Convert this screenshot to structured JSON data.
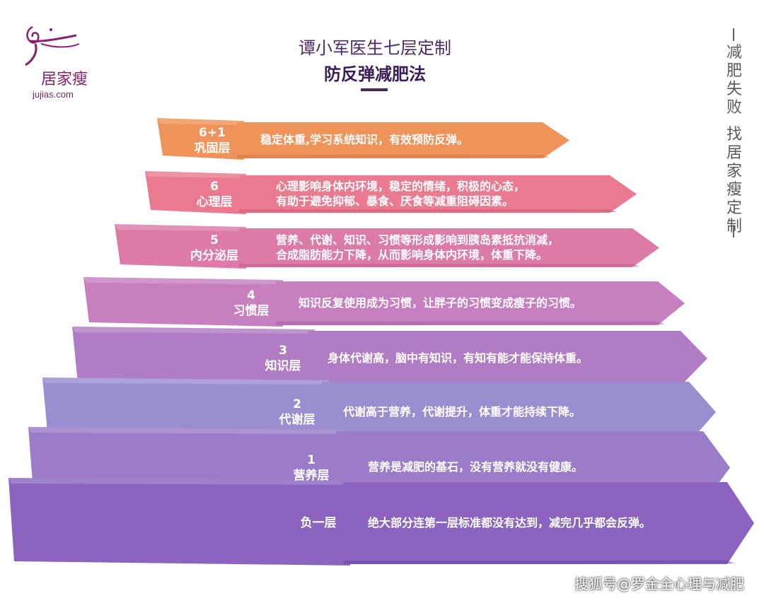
{
  "logo": {
    "text": "居家瘦",
    "domain": "jujias.com"
  },
  "title": {
    "line1": "谭小军医生七层定制",
    "line2": "防反弹减肥法"
  },
  "side_text": {
    "part1": [
      "减",
      "肥",
      "失",
      "败"
    ],
    "part2": [
      "找",
      "居",
      "家",
      "瘦",
      "定",
      "制"
    ]
  },
  "layers": [
    {
      "num": "6+1",
      "name": "巩固层",
      "lines": [
        "稳定体重,学习系统知识，有效预防反弹。"
      ],
      "color": "#f0935a",
      "dark": "#d9763c"
    },
    {
      "num": "6",
      "name": "心理层",
      "lines": [
        "心理影响身体内环境，稳定的情绪，积极的心态，",
        "有助于避免抑郁、暴食、厌食等减重阻碍因素。"
      ],
      "color": "#e97a8f",
      "dark": "#cf5c74"
    },
    {
      "num": "5",
      "name": "内分泌层",
      "lines": [
        "营养、代谢、知识、习惯等形成影响到胰岛素抵抗消减，",
        "合成脂肪能力下降，从而影响身体内环境，体重下降。"
      ],
      "color": "#dc7ba6",
      "dark": "#c35b8c"
    },
    {
      "num": "4",
      "name": "习惯层",
      "lines": [
        "知识反复使用成为习惯，让胖子的习惯变成瘦子的习惯。"
      ],
      "color": "#c77fc0",
      "dark": "#a960a3"
    },
    {
      "num": "3",
      "name": "知识层",
      "lines": [
        "身体代谢高，脑中有知识，有知有能才能保持体重。"
      ],
      "color": "#b07dc5",
      "dark": "#915ea8"
    },
    {
      "num": "2",
      "name": "代谢层",
      "lines": [
        "代谢高于营养，代谢提升，体重才能持续下降。"
      ],
      "color": "#9a8dd0",
      "dark": "#7b6fb4"
    },
    {
      "num": "1",
      "name": "营养层",
      "lines": [
        "营养是减肥的基石，没有营养就没有健康。"
      ],
      "color": "#9a7cc9",
      "dark": "#7a5cab"
    },
    {
      "num": "",
      "name": "负一层",
      "lines": [
        "绝大部分连第一层标准都没有达到，减完几乎都会反弹。"
      ],
      "color": "#8a64bf",
      "dark": "#6a46a0"
    }
  ],
  "watermark": "搜狐号@罗金全心理与减肥"
}
